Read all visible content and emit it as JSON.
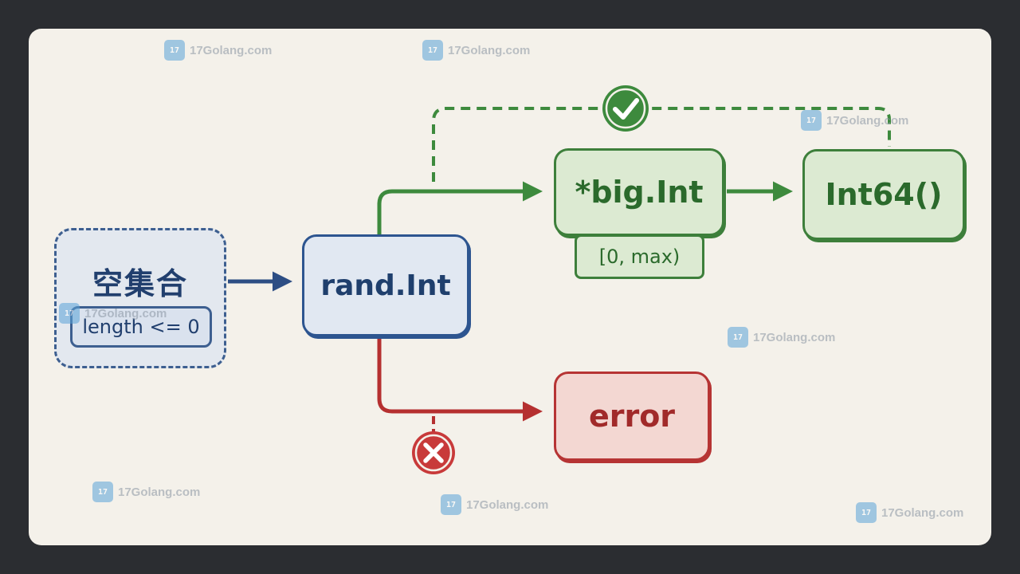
{
  "nodes": {
    "empty_set": {
      "title": "空集合",
      "condition": "length <= 0"
    },
    "rand_int": "rand.Int",
    "big_int": {
      "label": "*big.Int",
      "range": "[0, max)"
    },
    "int64": "Int64()",
    "error": "error"
  },
  "edges": [
    {
      "from": "empty_set",
      "to": "rand_int",
      "style": "solid",
      "color": "#2d4e84"
    },
    {
      "from": "rand_int",
      "to": "big_int",
      "style": "solid",
      "color": "#3d8a3d"
    },
    {
      "from": "big_int",
      "to": "int64",
      "style": "solid",
      "color": "#3d8a3d"
    },
    {
      "from": "rand_int",
      "to": "error",
      "style": "solid",
      "color": "#b53030"
    },
    {
      "from": "rand_int",
      "to": "int64",
      "style": "dashed",
      "color": "#3d8a3d",
      "marker": "check-icon"
    }
  ],
  "markers": {
    "success": "check-icon",
    "failure": "cross-icon"
  },
  "watermark": {
    "text": "17Golang.com",
    "logo_text": "17"
  },
  "colors": {
    "blue": "#2d5590",
    "green": "#3d7f3b",
    "red": "#b63434",
    "background": "#f4f1ea",
    "frame": "#2b2d31"
  }
}
